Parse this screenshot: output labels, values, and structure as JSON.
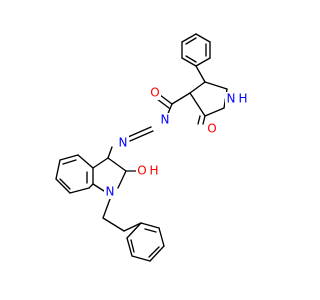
{
  "molecule": {
    "atom_labels": {
      "o_amide": "O",
      "o_lactam": "O",
      "n_lactam": "N",
      "h_lactam": "H",
      "n_azo_1": "N",
      "n_azo_2": "N",
      "o_hydroxy": "O",
      "h_hydroxy": "H",
      "n_indole": "N"
    },
    "colors": {
      "bond": "#000000",
      "nitrogen": "#0000ff",
      "oxygen": "#ff0000"
    }
  }
}
